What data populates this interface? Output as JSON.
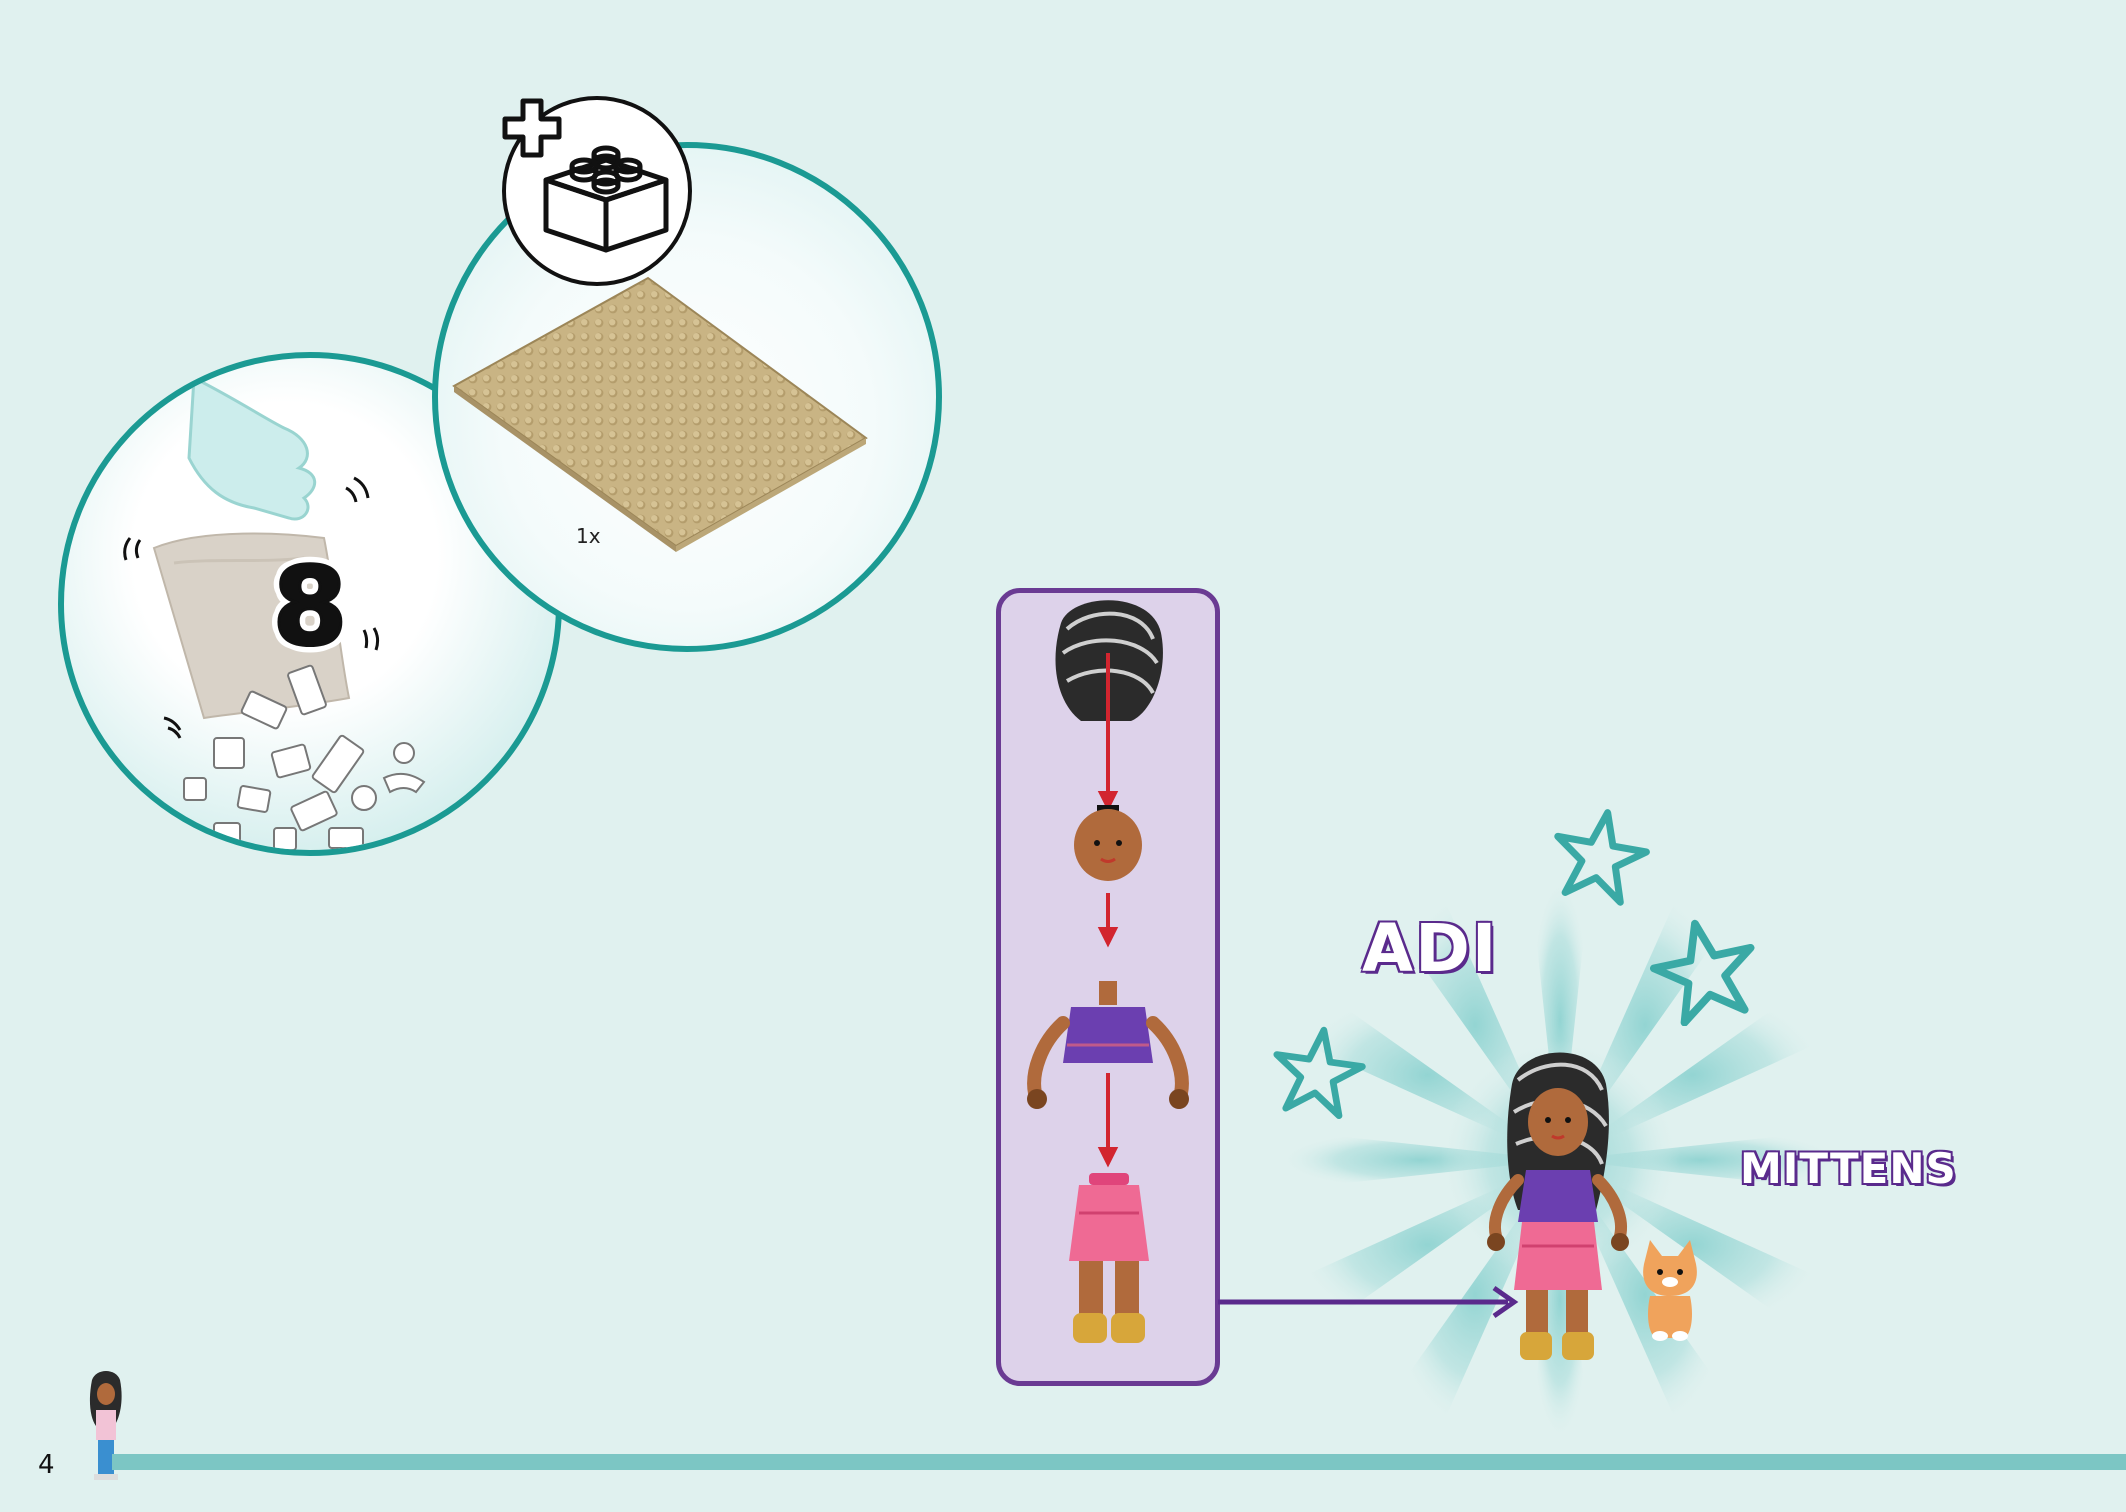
{
  "page": {
    "number": "4"
  },
  "step_intro": {
    "bag_number": "8",
    "new_part_quantity": "1x"
  },
  "characters": {
    "main": "ADI",
    "pet": "MITTENS"
  },
  "colors": {
    "background": "#e0f1ef",
    "circle_border": "#1b9a93",
    "panel_fill": "#ddd2ea",
    "panel_border": "#6a3b93",
    "arrow_red": "#d2252f",
    "name_outline": "#5a2a8c",
    "baseplate": "#c9b484",
    "footer_bar": "#7cc6c4"
  },
  "icons": [
    "bag-opening-icon",
    "new-parts-plus-brick-icon",
    "baseplate-icon",
    "minifigure-assembly-icon",
    "star-icon",
    "cat-icon"
  ]
}
